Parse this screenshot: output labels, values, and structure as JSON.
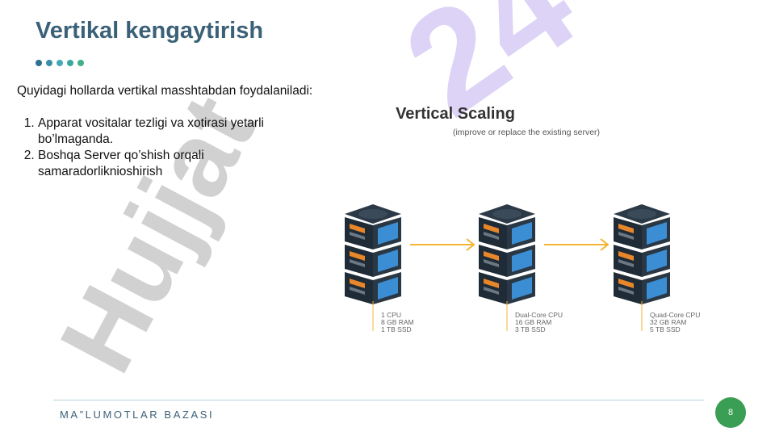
{
  "slide": {
    "title": "Vertikal kengaytirish",
    "dot_colors": [
      "#2f6f8f",
      "#3a8fa8",
      "#45a9b5",
      "#3aa7a0",
      "#41b08c"
    ],
    "intro": "Quyidagi hollarda vertikal masshtabdan foydalaniladi:",
    "list": [
      "Apparat vositalar tezligi va xotirasi yetarli bo’lmaganda.",
      "Boshqa Server  qo’shish orqali samaradorliknioshirish"
    ]
  },
  "figure": {
    "title": "Vertical Scaling",
    "subtitle": "(improve or replace the existing server)",
    "servers": [
      {
        "cpu": "1 CPU",
        "ram": "8 GB RAM",
        "ssd": "1 TB SSD"
      },
      {
        "cpu": "Dual-Core CPU",
        "ram": "16 GB RAM",
        "ssd": "3 TB SSD"
      },
      {
        "cpu": "Quad-Core CPU",
        "ram": "32 GB RAM",
        "ssd": "5 TB SSD"
      }
    ],
    "colors": {
      "server_dark": "#1f2b36",
      "screen_blue": "#3c8ed4",
      "arrow": "#f5b433",
      "title": "#333333"
    }
  },
  "watermark": {
    "text": "Hujjat",
    "number": "24"
  },
  "footer": {
    "label": "MA”LUMOTLAR BAZASI",
    "page": "8"
  }
}
